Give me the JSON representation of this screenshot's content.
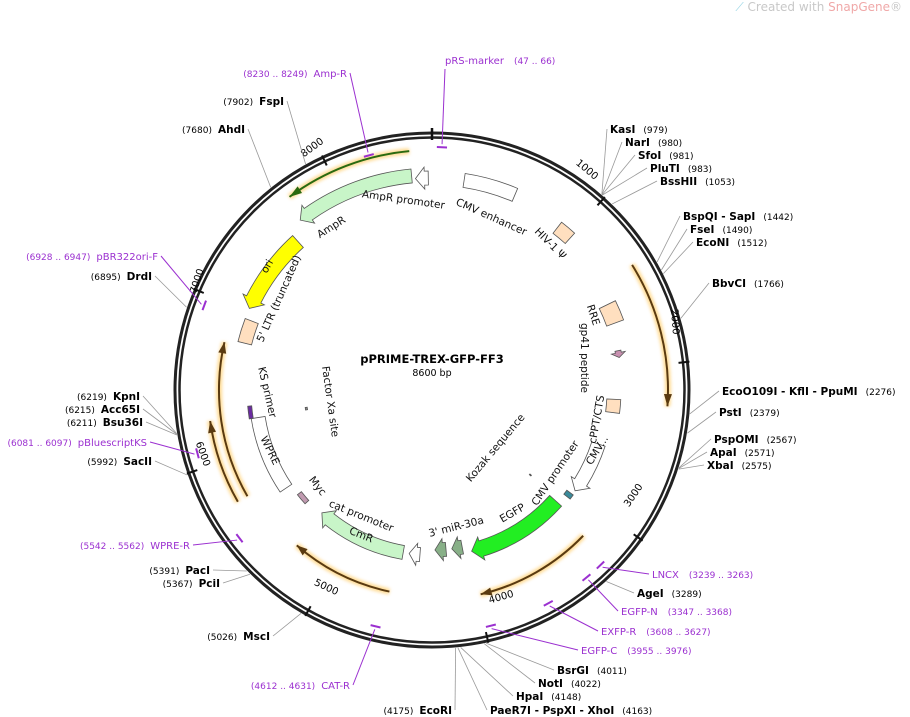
{
  "watermark": {
    "prefix": "Created with ",
    "brand": "SnapGene",
    "suffix": "®"
  },
  "plasmid": {
    "name": "pPRIME-TREX-GFP-FF3",
    "size_label": "8600 bp",
    "length": 8600
  },
  "ticks": [
    "1000",
    "2000",
    "3000",
    "4000",
    "5000",
    "6000",
    "7000",
    "8000"
  ],
  "enzymes": [
    {
      "name": "KasI",
      "pos": "(979)",
      "bp": 979
    },
    {
      "name": "NarI",
      "pos": "(980)",
      "bp": 980
    },
    {
      "name": "SfoI",
      "pos": "(981)",
      "bp": 981
    },
    {
      "name": "PluTI",
      "pos": "(983)",
      "bp": 983
    },
    {
      "name": "BssHII",
      "pos": "(1053)",
      "bp": 1053
    },
    {
      "name": "BspQI  - SapI",
      "pos": "(1442)",
      "bp": 1442
    },
    {
      "name": "FseI",
      "pos": "(1490)",
      "bp": 1490
    },
    {
      "name": "EcoNI",
      "pos": "(1512)",
      "bp": 1512
    },
    {
      "name": "BbvCI",
      "pos": "(1766)",
      "bp": 1766
    },
    {
      "name": "EcoO109I  - KflI  - PpuMI",
      "pos": "(2276)",
      "bp": 2276
    },
    {
      "name": "PstI",
      "pos": "(2379)",
      "bp": 2379
    },
    {
      "name": "PspOMI",
      "pos": "(2567)",
      "bp": 2567
    },
    {
      "name": "ApaI",
      "pos": "(2571)",
      "bp": 2571
    },
    {
      "name": "XbaI",
      "pos": "(2575)",
      "bp": 2575
    },
    {
      "name": "AgeI",
      "pos": "(3289)",
      "bp": 3289
    },
    {
      "name": "BsrGI",
      "pos": "(4011)",
      "bp": 4011
    },
    {
      "name": "NotI",
      "pos": "(4022)",
      "bp": 4022
    },
    {
      "name": "HpaI",
      "pos": "(4148)",
      "bp": 4148
    },
    {
      "name": "PaeR7I  - PspXI  - XhoI",
      "pos": "(4163)",
      "bp": 4163
    },
    {
      "name": "EcoRI",
      "pos": "(4175)",
      "bp": 4175
    },
    {
      "name": "MscI",
      "pos": "(5026)",
      "bp": 5026
    },
    {
      "name": "PciI",
      "pos": "(5367)",
      "bp": 5367
    },
    {
      "name": "PacI",
      "pos": "(5391)",
      "bp": 5391
    },
    {
      "name": "SacII",
      "pos": "(5992)",
      "bp": 5992
    },
    {
      "name": "Bsu36I",
      "pos": "(6211)",
      "bp": 6211
    },
    {
      "name": "Acc65I",
      "pos": "(6215)",
      "bp": 6215
    },
    {
      "name": "KpnI",
      "pos": "(6219)",
      "bp": 6219
    },
    {
      "name": "DrdI",
      "pos": "(6895)",
      "bp": 6895
    },
    {
      "name": "AhdI",
      "pos": "(7680)",
      "bp": 7680
    },
    {
      "name": "FspI",
      "pos": "(7902)",
      "bp": 7902
    }
  ],
  "primers": [
    {
      "name": "pRS-marker",
      "range": "(47 .. 66)",
      "bp": 56
    },
    {
      "name": "Amp-R",
      "range": "(8230 .. 8249)",
      "bp": 8240
    },
    {
      "name": "pBR322ori-F",
      "range": "(6928 .. 6947)",
      "bp": 6937
    },
    {
      "name": "pBluescriptKS",
      "range": "(6081 .. 6097)",
      "bp": 6089
    },
    {
      "name": "WPRE-R",
      "range": "(5542 .. 5562)",
      "bp": 5552
    },
    {
      "name": "CAT-R",
      "range": "(4612 .. 4631)",
      "bp": 4621
    },
    {
      "name": "LNCX",
      "range": "(3239 .. 3263)",
      "bp": 3251
    },
    {
      "name": "EGFP-N",
      "range": "(3347 .. 3368)",
      "bp": 3357
    },
    {
      "name": "EXFP-R",
      "range": "(3608 .. 3627)",
      "bp": 3617
    },
    {
      "name": "EGFP-C",
      "range": "(3955 .. 3976)",
      "bp": 3965
    }
  ],
  "features": [
    {
      "label": "AmpR promoter",
      "start": 8493,
      "end": 8576,
      "dir": -1,
      "color": "#ffffff"
    },
    {
      "label": "AmpR",
      "start": 7697,
      "end": 8470,
      "dir": -1,
      "color": "#c8f5c8"
    },
    {
      "label": "CMV enhancer",
      "start": 208,
      "end": 550,
      "dir": 0,
      "color": "#ffffff"
    },
    {
      "label": "HIV-1 Ψ",
      "start": 900,
      "end": 1010,
      "dir": 0,
      "color": "#ffdfbf"
    },
    {
      "label": "RRE",
      "start": 1530,
      "end": 1670,
      "dir": 0,
      "color": "#ffdfbf"
    },
    {
      "label": "gp41 peptide",
      "start": 1865,
      "end": 1915,
      "dir": 1,
      "color": "#c890b0"
    },
    {
      "label": "cPPT/CTS",
      "start": 2220,
      "end": 2320,
      "dir": 0,
      "color": "#ffdfbf"
    },
    {
      "label": "CMV...",
      "start": 2580,
      "end": 2990,
      "dir": 1,
      "color": "#ffffff"
    },
    {
      "label": "CMV promoter",
      "start": 3025,
      "end": 3065,
      "dir": 0,
      "color": "#3a8a9a"
    },
    {
      "label": "Kozak sequence",
      "start": 3120,
      "end": 3130,
      "dir": 0,
      "color": "#333333"
    },
    {
      "label": "EGFP",
      "start": 3150,
      "end": 3970,
      "dir": 1,
      "color": "#22ee22"
    },
    {
      "label": "3' miR-30a",
      "start": 4040,
      "end": 4130,
      "dir": 1,
      "color": "#88b088"
    },
    {
      "label": "",
      "start": 4180,
      "end": 4275,
      "dir": 1,
      "color": "#88b088"
    },
    {
      "label": "cat promoter",
      "start": 4400,
      "end": 4490,
      "dir": 1,
      "color": "#ffffff"
    },
    {
      "label": "CmR",
      "start": 4540,
      "end": 5300,
      "dir": 1,
      "color": "#c8f5c8"
    },
    {
      "label": "Myc",
      "start": 5450,
      "end": 5545,
      "dir": 0,
      "color": "#c09ab0"
    },
    {
      "label": "WPRE",
      "start": 5640,
      "end": 6235,
      "dir": 0,
      "color": "#ffffff"
    },
    {
      "label": "KS primer",
      "start": 6235,
      "end": 6330,
      "dir": 0,
      "color": "#6a2aa0"
    },
    {
      "label": "Factor Xa site",
      "start": 6235,
      "end": 6262,
      "dir": 0,
      "color": "#888888"
    },
    {
      "label": "5' LTR (truncated)",
      "start": 6785,
      "end": 6950,
      "dir": 0,
      "color": "#ffdfbf"
    },
    {
      "label": "ori",
      "start": 7025,
      "end": 7595,
      "dir": -1,
      "color": "#ffff00"
    }
  ],
  "orf_arcs": [
    {
      "start": 7730,
      "end": 8470,
      "dir": -1,
      "color": "#2a6a10"
    },
    {
      "start": 1385,
      "end": 2245,
      "dir": 1,
      "color": "#5a3a10"
    },
    {
      "start": 3200,
      "end": 3980,
      "dir": 1,
      "color": "#5a3a10"
    },
    {
      "start": 4585,
      "end": 5280,
      "dir": 1,
      "color": "#5a3a10"
    },
    {
      "start": 5735,
      "end": 6760,
      "dir": 1,
      "color": "#5a3a10"
    },
    {
      "start": 5735,
      "end": 6260,
      "dir": 1,
      "color": "#5a3a10"
    }
  ]
}
